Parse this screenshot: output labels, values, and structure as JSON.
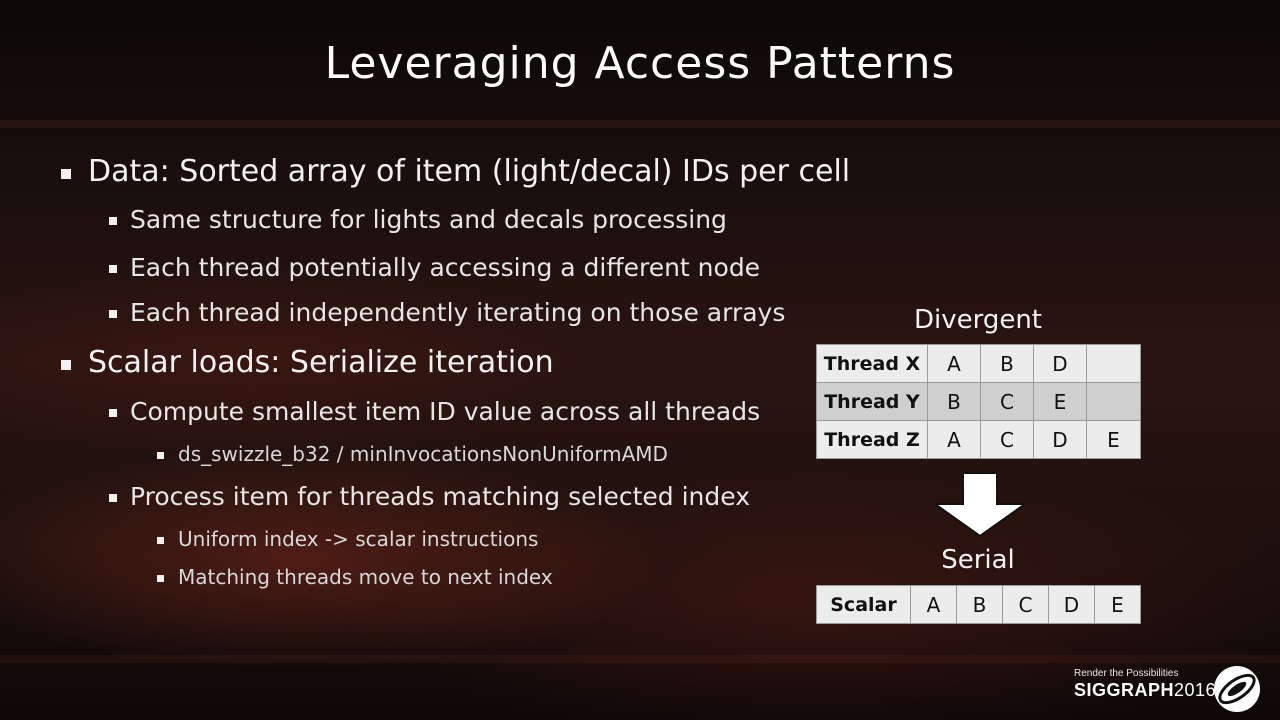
{
  "slide": {
    "title": "Leveraging Access Patterns",
    "bullets": [
      {
        "level": 1,
        "text": "Data: Sorted array of item (light/decal) IDs per cell"
      },
      {
        "level": 2,
        "text": "Same structure for lights and decals processing"
      },
      {
        "level": 2,
        "text": "Each thread potentially accessing a different node"
      },
      {
        "level": 2,
        "text": "Each thread independently iterating on those arrays"
      },
      {
        "level": 1,
        "text": "Scalar loads: Serialize iteration"
      },
      {
        "level": 2,
        "text": "Compute smallest item ID value across all threads"
      },
      {
        "level": 3,
        "text": "ds_swizzle_b32 / minInvocationsNonUniformAMD"
      },
      {
        "level": 2,
        "text": "Process item for threads matching selected index"
      },
      {
        "level": 3,
        "text": "Uniform index -> scalar instructions"
      },
      {
        "level": 3,
        "text": "Matching threads move to next index"
      }
    ]
  },
  "divergent": {
    "caption": "Divergent",
    "rows": [
      {
        "header": "Thread X",
        "cells": [
          "A",
          "B",
          "D",
          ""
        ]
      },
      {
        "header": "Thread Y",
        "cells": [
          "B",
          "C",
          "E",
          ""
        ]
      },
      {
        "header": "Thread Z",
        "cells": [
          "A",
          "C",
          "D",
          "E"
        ]
      }
    ]
  },
  "serial": {
    "caption": "Serial",
    "header": "Scalar",
    "cells": [
      "A",
      "B",
      "C",
      "D",
      "E"
    ]
  },
  "footer": {
    "tagline": "Render the Possibilities",
    "brand": "SIGGRAPH",
    "year": "2016"
  },
  "colors": {
    "table_light": "#ececec",
    "table_dark": "#cfcfcf",
    "text": "#ffffff"
  }
}
